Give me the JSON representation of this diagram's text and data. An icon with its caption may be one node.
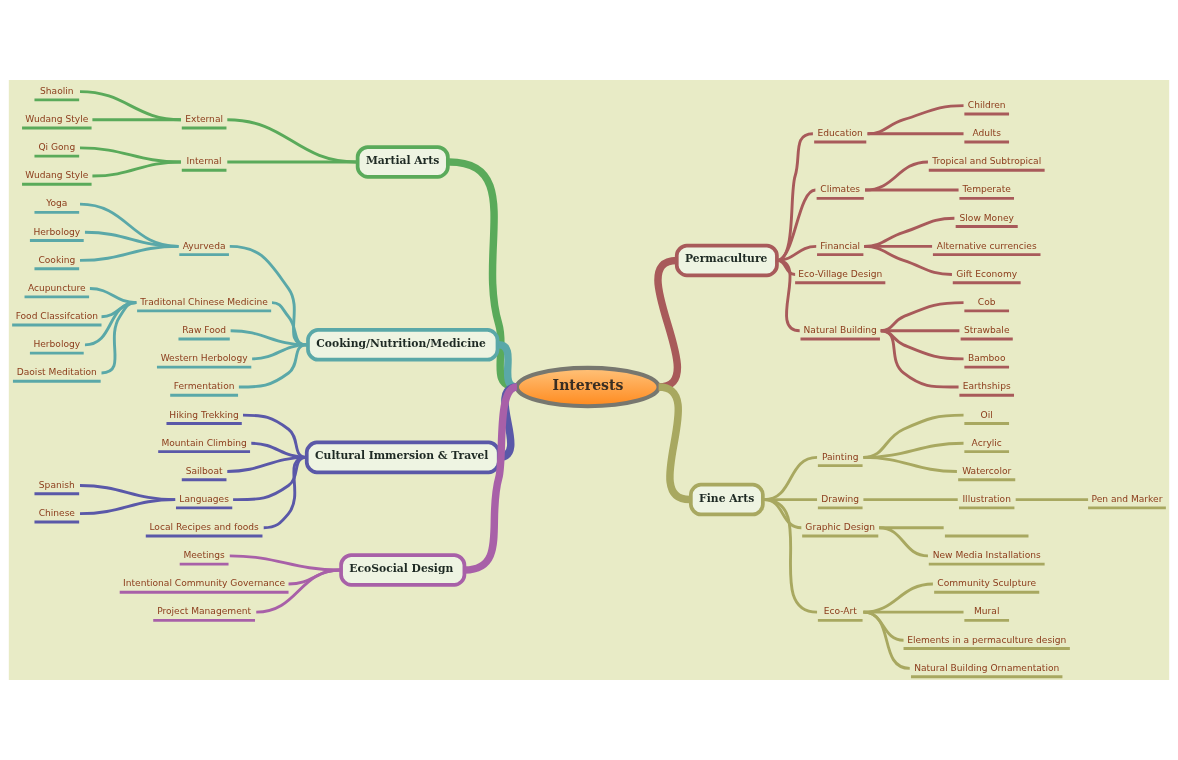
{
  "diagram": {
    "nodes": [
      {
        "text": [
          "Interests"
        ]
      },
      {
        "text": [
          "Martial Arts"
        ]
      },
      {
        "text": [
          "External"
        ]
      },
      {
        "text": [
          "Shaolin"
        ]
      },
      {
        "text": [
          "Wudang Style"
        ]
      },
      {
        "text": [
          "Internal"
        ]
      },
      {
        "text": [
          "Qi Gong"
        ]
      },
      {
        "text": [
          "Wudang Style"
        ]
      },
      {
        "text": [
          "Permaculture"
        ]
      },
      {
        "text": [
          "Education"
        ]
      },
      {
        "text": [
          "Children"
        ]
      },
      {
        "text": [
          "Adults"
        ]
      },
      {
        "text": [
          "Climates"
        ]
      },
      {
        "text": [
          "Tropical and Subtropical"
        ]
      },
      {
        "text": [
          "Temperate"
        ]
      },
      {
        "text": [
          "Financial"
        ]
      },
      {
        "text": [
          "Slow Money"
        ]
      },
      {
        "text": [
          "Alternative currencies"
        ]
      },
      {
        "text": [
          "Gift Economy"
        ]
      },
      {
        "text": [
          "Eco-Village Design"
        ]
      },
      {
        "text": [
          "Natural Building"
        ]
      },
      {
        "text": [
          "Cob"
        ]
      },
      {
        "text": [
          "Strawbale"
        ]
      },
      {
        "text": [
          "Bamboo"
        ]
      },
      {
        "text": [
          "Earthships"
        ]
      },
      {
        "text": [
          "Cooking/Nutrition/Medicine"
        ]
      },
      {
        "text": [
          "Ayurveda"
        ]
      },
      {
        "text": [
          "Yoga"
        ]
      },
      {
        "text": [
          "Herbology"
        ]
      },
      {
        "text": [
          "Cooking"
        ]
      },
      {
        "text": [
          "Traditonal Chinese Medicine"
        ]
      },
      {
        "text": [
          "Acupuncture"
        ]
      },
      {
        "text": [
          "Food Classifcation"
        ]
      },
      {
        "text": [
          "Herbology"
        ]
      },
      {
        "text": [
          "Daoist Meditation"
        ]
      },
      {
        "text": [
          "Raw Food"
        ]
      },
      {
        "text": [
          "Western Herbology"
        ]
      },
      {
        "text": [
          "Fermentation"
        ]
      },
      {
        "text": [
          "Fine Arts"
        ]
      },
      {
        "text": [
          "Painting"
        ]
      },
      {
        "text": [
          "Oil"
        ]
      },
      {
        "text": [
          "Acrylic"
        ]
      },
      {
        "text": [
          "Watercolor"
        ]
      },
      {
        "text": [
          "Drawing"
        ]
      },
      {
        "text": [
          "Illustration"
        ]
      },
      {
        "text": [
          "Pen and Marker"
        ]
      },
      {
        "text": [
          "Graphic Design"
        ]
      },
      {
        "text": [],
        "shape": "line"
      },
      {
        "text": [
          "New Media Installations"
        ]
      },
      {
        "text": [
          "Eco-Art"
        ]
      },
      {
        "text": [
          "Community Sculpture"
        ]
      },
      {
        "text": [
          "Mural"
        ]
      },
      {
        "text": [
          "Elements in a permaculture design"
        ]
      },
      {
        "text": [
          "Natural Building Ornamentation"
        ]
      },
      {
        "text": [
          "Cultural Immersion & Travel"
        ]
      },
      {
        "text": [
          "Hiking Trekking"
        ]
      },
      {
        "text": [
          "Mountain Climbing"
        ]
      },
      {
        "text": [
          "Sailboat"
        ]
      },
      {
        "text": [
          "Languages"
        ]
      },
      {
        "text": [
          "Spanish"
        ]
      },
      {
        "text": [
          "Chinese"
        ]
      },
      {
        "text": [
          "Local Recipes and foods"
        ]
      },
      {
        "text": [
          "EcoSocial Design"
        ]
      },
      {
        "text": [
          "Meetings"
        ]
      },
      {
        "text": [
          "Intentional Community Governance"
        ]
      },
      {
        "text": [
          "Project Management"
        ]
      }
    ],
    "edges": [
      {
        "from": 1,
        "to": 0,
        "arrow": "none",
        "style": "thick",
        "color": "#5aaa5a"
      },
      {
        "from": 2,
        "to": 1,
        "arrow": "none",
        "color": "#5aaa5a"
      },
      {
        "from": 3,
        "to": 2,
        "arrow": "none",
        "color": "#5aaa5a"
      },
      {
        "from": 4,
        "to": 2,
        "arrow": "none",
        "color": "#5aaa5a"
      },
      {
        "from": 5,
        "to": 1,
        "arrow": "none",
        "color": "#5aaa5a"
      },
      {
        "from": 6,
        "to": 5,
        "arrow": "none",
        "color": "#5aaa5a"
      },
      {
        "from": 7,
        "to": 5,
        "arrow": "none",
        "color": "#5aaa5a"
      },
      {
        "from": 0,
        "to": 8,
        "arrow": "none",
        "style": "thick",
        "color": "#a85a5a"
      },
      {
        "from": 8,
        "to": 9,
        "arrow": "none",
        "color": "#a85a5a"
      },
      {
        "from": 9,
        "to": 10,
        "arrow": "none",
        "color": "#a85a5a"
      },
      {
        "from": 9,
        "to": 11,
        "arrow": "none",
        "color": "#a85a5a"
      },
      {
        "from": 8,
        "to": 12,
        "arrow": "none",
        "color": "#a85a5a"
      },
      {
        "from": 12,
        "to": 13,
        "arrow": "none",
        "color": "#a85a5a"
      },
      {
        "from": 12,
        "to": 14,
        "arrow": "none",
        "color": "#a85a5a"
      },
      {
        "from": 8,
        "to": 15,
        "arrow": "none",
        "color": "#a85a5a"
      },
      {
        "from": 15,
        "to": 16,
        "arrow": "none",
        "color": "#a85a5a"
      },
      {
        "from": 15,
        "to": 17,
        "arrow": "none",
        "color": "#a85a5a"
      },
      {
        "from": 15,
        "to": 18,
        "arrow": "none",
        "color": "#a85a5a"
      },
      {
        "from": 8,
        "to": 19,
        "arrow": "none",
        "color": "#a85a5a"
      },
      {
        "from": 8,
        "to": 20,
        "arrow": "none",
        "color": "#a85a5a"
      },
      {
        "from": 20,
        "to": 21,
        "arrow": "none",
        "color": "#a85a5a"
      },
      {
        "from": 20,
        "to": 22,
        "arrow": "none",
        "color": "#a85a5a"
      },
      {
        "from": 20,
        "to": 23,
        "arrow": "none",
        "color": "#a85a5a"
      },
      {
        "from": 20,
        "to": 24,
        "arrow": "none",
        "color": "#a85a5a"
      },
      {
        "from": 25,
        "to": 0,
        "arrow": "none",
        "style": "thick",
        "color": "#5aa8a8"
      },
      {
        "from": 26,
        "to": 25,
        "arrow": "none",
        "color": "#5aa8a8"
      },
      {
        "from": 27,
        "to": 26,
        "arrow": "none",
        "color": "#5aa8a8"
      },
      {
        "from": 28,
        "to": 26,
        "arrow": "none",
        "color": "#5aa8a8"
      },
      {
        "from": 29,
        "to": 26,
        "arrow": "none",
        "color": "#5aa8a8"
      },
      {
        "from": 30,
        "to": 25,
        "arrow": "none",
        "color": "#5aa8a8"
      },
      {
        "from": 31,
        "to": 30,
        "arrow": "none",
        "color": "#5aa8a8"
      },
      {
        "from": 32,
        "to": 30,
        "arrow": "none",
        "color": "#5aa8a8"
      },
      {
        "from": 33,
        "to": 30,
        "arrow": "none",
        "color": "#5aa8a8"
      },
      {
        "from": 34,
        "to": 30,
        "arrow": "none",
        "color": "#5aa8a8"
      },
      {
        "from": 35,
        "to": 25,
        "arrow": "none",
        "color": "#5aa8a8"
      },
      {
        "from": 36,
        "to": 25,
        "arrow": "none",
        "color": "#5aa8a8"
      },
      {
        "from": 37,
        "to": 25,
        "arrow": "none",
        "color": "#5aa8a8"
      },
      {
        "from": 0,
        "to": 38,
        "arrow": "none",
        "style": "thick",
        "color": "#a8a860"
      },
      {
        "from": 38,
        "to": 39,
        "arrow": "none",
        "color": "#a8a860"
      },
      {
        "from": 39,
        "to": 40,
        "arrow": "none",
        "color": "#a8a860"
      },
      {
        "from": 39,
        "to": 41,
        "arrow": "none",
        "color": "#a8a860"
      },
      {
        "from": 39,
        "to": 42,
        "arrow": "none",
        "color": "#a8a860"
      },
      {
        "from": 38,
        "to": 43,
        "arrow": "none",
        "color": "#a8a860"
      },
      {
        "from": 43,
        "to": 44,
        "arrow": "none",
        "color": "#a8a860"
      },
      {
        "from": 44,
        "to": 45,
        "arrow": "none",
        "color": "#a8a860"
      },
      {
        "from": 38,
        "to": 46,
        "arrow": "none",
        "color": "#a8a860"
      },
      {
        "from": 46,
        "to": 47,
        "arrow": "none",
        "color": "#a8a860"
      },
      {
        "from": 46,
        "to": 48,
        "arrow": "none",
        "color": "#a8a860"
      },
      {
        "from": 38,
        "to": 49,
        "arrow": "none",
        "color": "#a8a860"
      },
      {
        "from": 49,
        "to": 50,
        "arrow": "none",
        "color": "#a8a860"
      },
      {
        "from": 49,
        "to": 51,
        "arrow": "none",
        "color": "#a8a860"
      },
      {
        "from": 49,
        "to": 52,
        "arrow": "none",
        "color": "#a8a860"
      },
      {
        "from": 49,
        "to": 53,
        "arrow": "none",
        "color": "#a8a860"
      },
      {
        "from": 54,
        "to": 0,
        "arrow": "none",
        "style": "thick",
        "color": "#5a58a8"
      },
      {
        "from": 55,
        "to": 54,
        "arrow": "none",
        "color": "#5a58a8"
      },
      {
        "from": 56,
        "to": 54,
        "arrow": "none",
        "color": "#5a58a8"
      },
      {
        "from": 57,
        "to": 54,
        "arrow": "none",
        "color": "#5a58a8"
      },
      {
        "from": 58,
        "to": 54,
        "arrow": "none",
        "color": "#5a58a8"
      },
      {
        "from": 59,
        "to": 58,
        "arrow": "none",
        "color": "#5a58a8"
      },
      {
        "from": 60,
        "to": 58,
        "arrow": "none",
        "color": "#5a58a8"
      },
      {
        "from": 61,
        "to": 54,
        "arrow": "none",
        "color": "#5a58a8"
      },
      {
        "from": 62,
        "to": 0,
        "arrow": "none",
        "style": "thick",
        "color": "#a860a8"
      },
      {
        "from": 63,
        "to": 62,
        "arrow": "none",
        "color": "#a860a8"
      },
      {
        "from": 64,
        "to": 62,
        "arrow": "none",
        "color": "#a860a8"
      },
      {
        "from": 65,
        "to": 62,
        "arrow": "none",
        "color": "#a860a8"
      }
    ]
  }
}
